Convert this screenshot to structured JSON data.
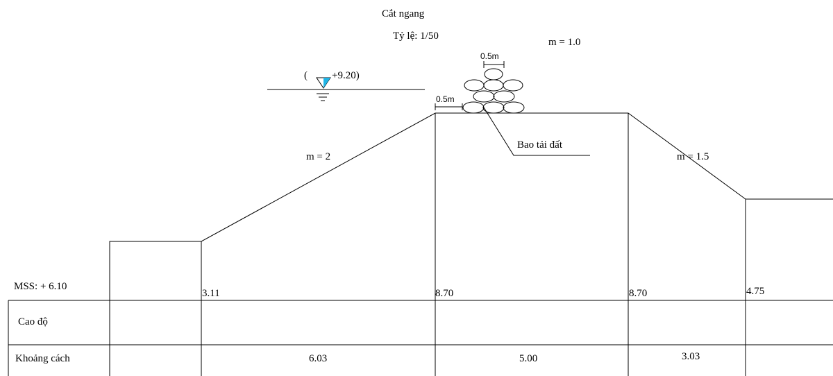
{
  "drawing": {
    "title": "Cắt ngang",
    "scale": "Tỷ lệ: 1/50",
    "bag_slope": "m = 1.0",
    "water_level": "+9.20)",
    "water_open_paren": "(",
    "bag_top_width": "0.5m",
    "bag_offset": "0.5m",
    "bag_label": "Bao tải đất",
    "left_slope": "m = 2",
    "right_slope": "m = 1.5",
    "datum": "MSS: + 6.10"
  },
  "table": {
    "row1_label": "Cao độ",
    "row2_label": "Khoảng cách",
    "elevations": [
      "3.11",
      "8.70",
      "8.70",
      "4.75"
    ],
    "distances": [
      "6.03",
      "5.00",
      "3.03"
    ]
  },
  "colors": {
    "water_symbol": "#1fb4e6",
    "line": "#000000"
  }
}
